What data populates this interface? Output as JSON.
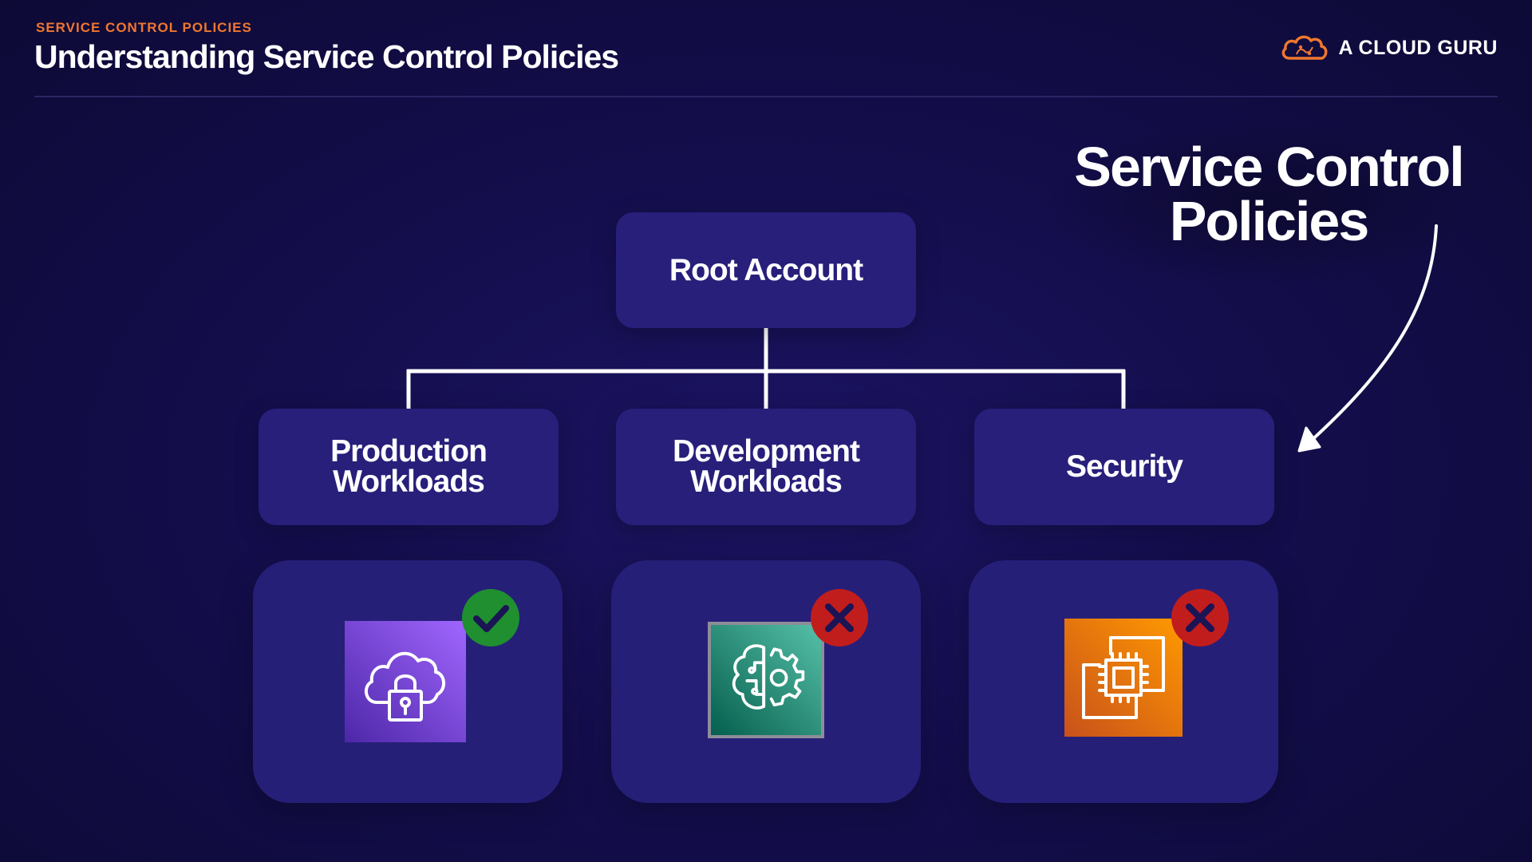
{
  "header": {
    "eyebrow": "SERVICE CONTROL POLICIES",
    "title": "Understanding Service Control Policies"
  },
  "brand": {
    "name": "A CLOUD GURU",
    "icon": "cloud-logo-icon",
    "accent_color": "#f0772f"
  },
  "annotation": {
    "title": "Service Control Policies",
    "arrow_icon": "hand-drawn-arrow-icon"
  },
  "org_chart": {
    "root": {
      "label": "Root Account"
    },
    "units": [
      {
        "label": "Production Workloads"
      },
      {
        "label": "Development Workloads"
      },
      {
        "label": "Security"
      }
    ]
  },
  "services": [
    {
      "icon": "cloud-lock-icon",
      "color": "#8c4fff",
      "status": "allowed",
      "status_icon": "checkmark-icon",
      "status_color": "#1f8f2f"
    },
    {
      "icon": "brain-gear-icon",
      "color": "#01a88d",
      "status": "denied",
      "status_icon": "x-mark-icon",
      "status_color": "#c21d1d"
    },
    {
      "icon": "compute-chip-icon",
      "color": "#ed7100",
      "status": "denied",
      "status_icon": "x-mark-icon",
      "status_color": "#c21d1d"
    }
  ],
  "colors": {
    "background": "#140e4d",
    "card": "#271f7a",
    "line": "#ffffff"
  }
}
